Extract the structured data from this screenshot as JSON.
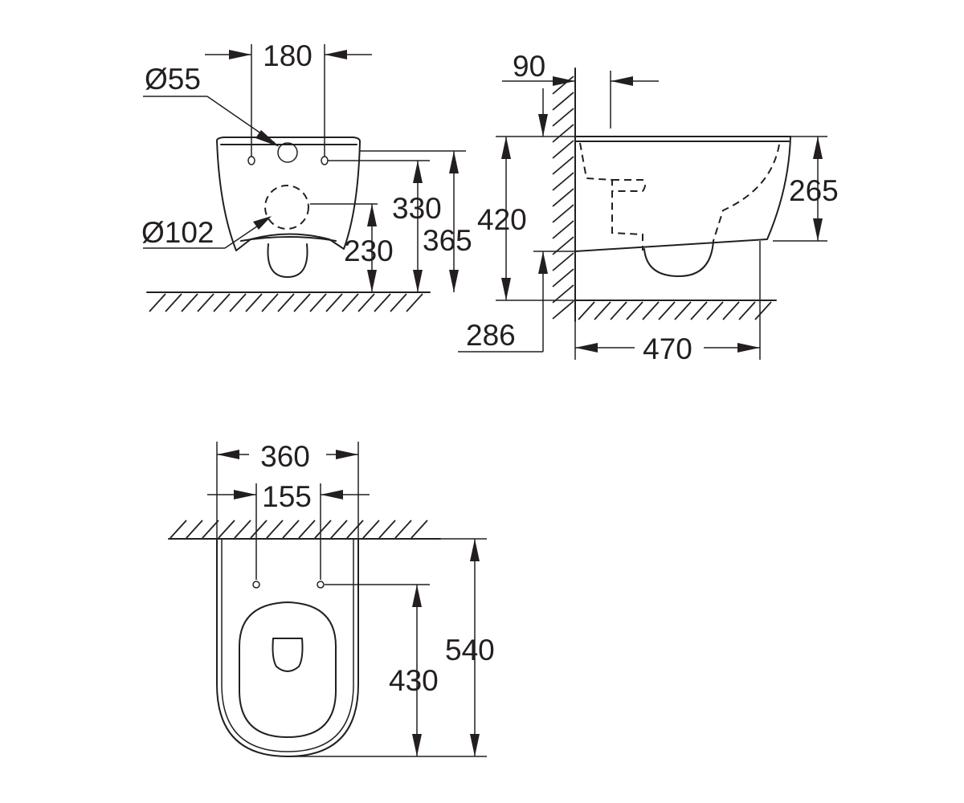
{
  "front_view": {
    "dim_width_holes": "180",
    "dim_small_hole": "Ø55",
    "dim_large_hole": "Ø102",
    "dim_holes_height": "330",
    "dim_outlet_height": "230",
    "dim_top_height": "365"
  },
  "side_view": {
    "dim_wall_offset": "90",
    "dim_rim_height": "420",
    "dim_bowl_height": "265",
    "dim_bottom_height": "286",
    "dim_projection": "470"
  },
  "top_view": {
    "dim_overall_width": "360",
    "dim_holes_distance": "155",
    "dim_holes_to_front": "430",
    "dim_overall_length": "540"
  },
  "colors": {
    "line": "#231f20",
    "background": "#ffffff"
  }
}
